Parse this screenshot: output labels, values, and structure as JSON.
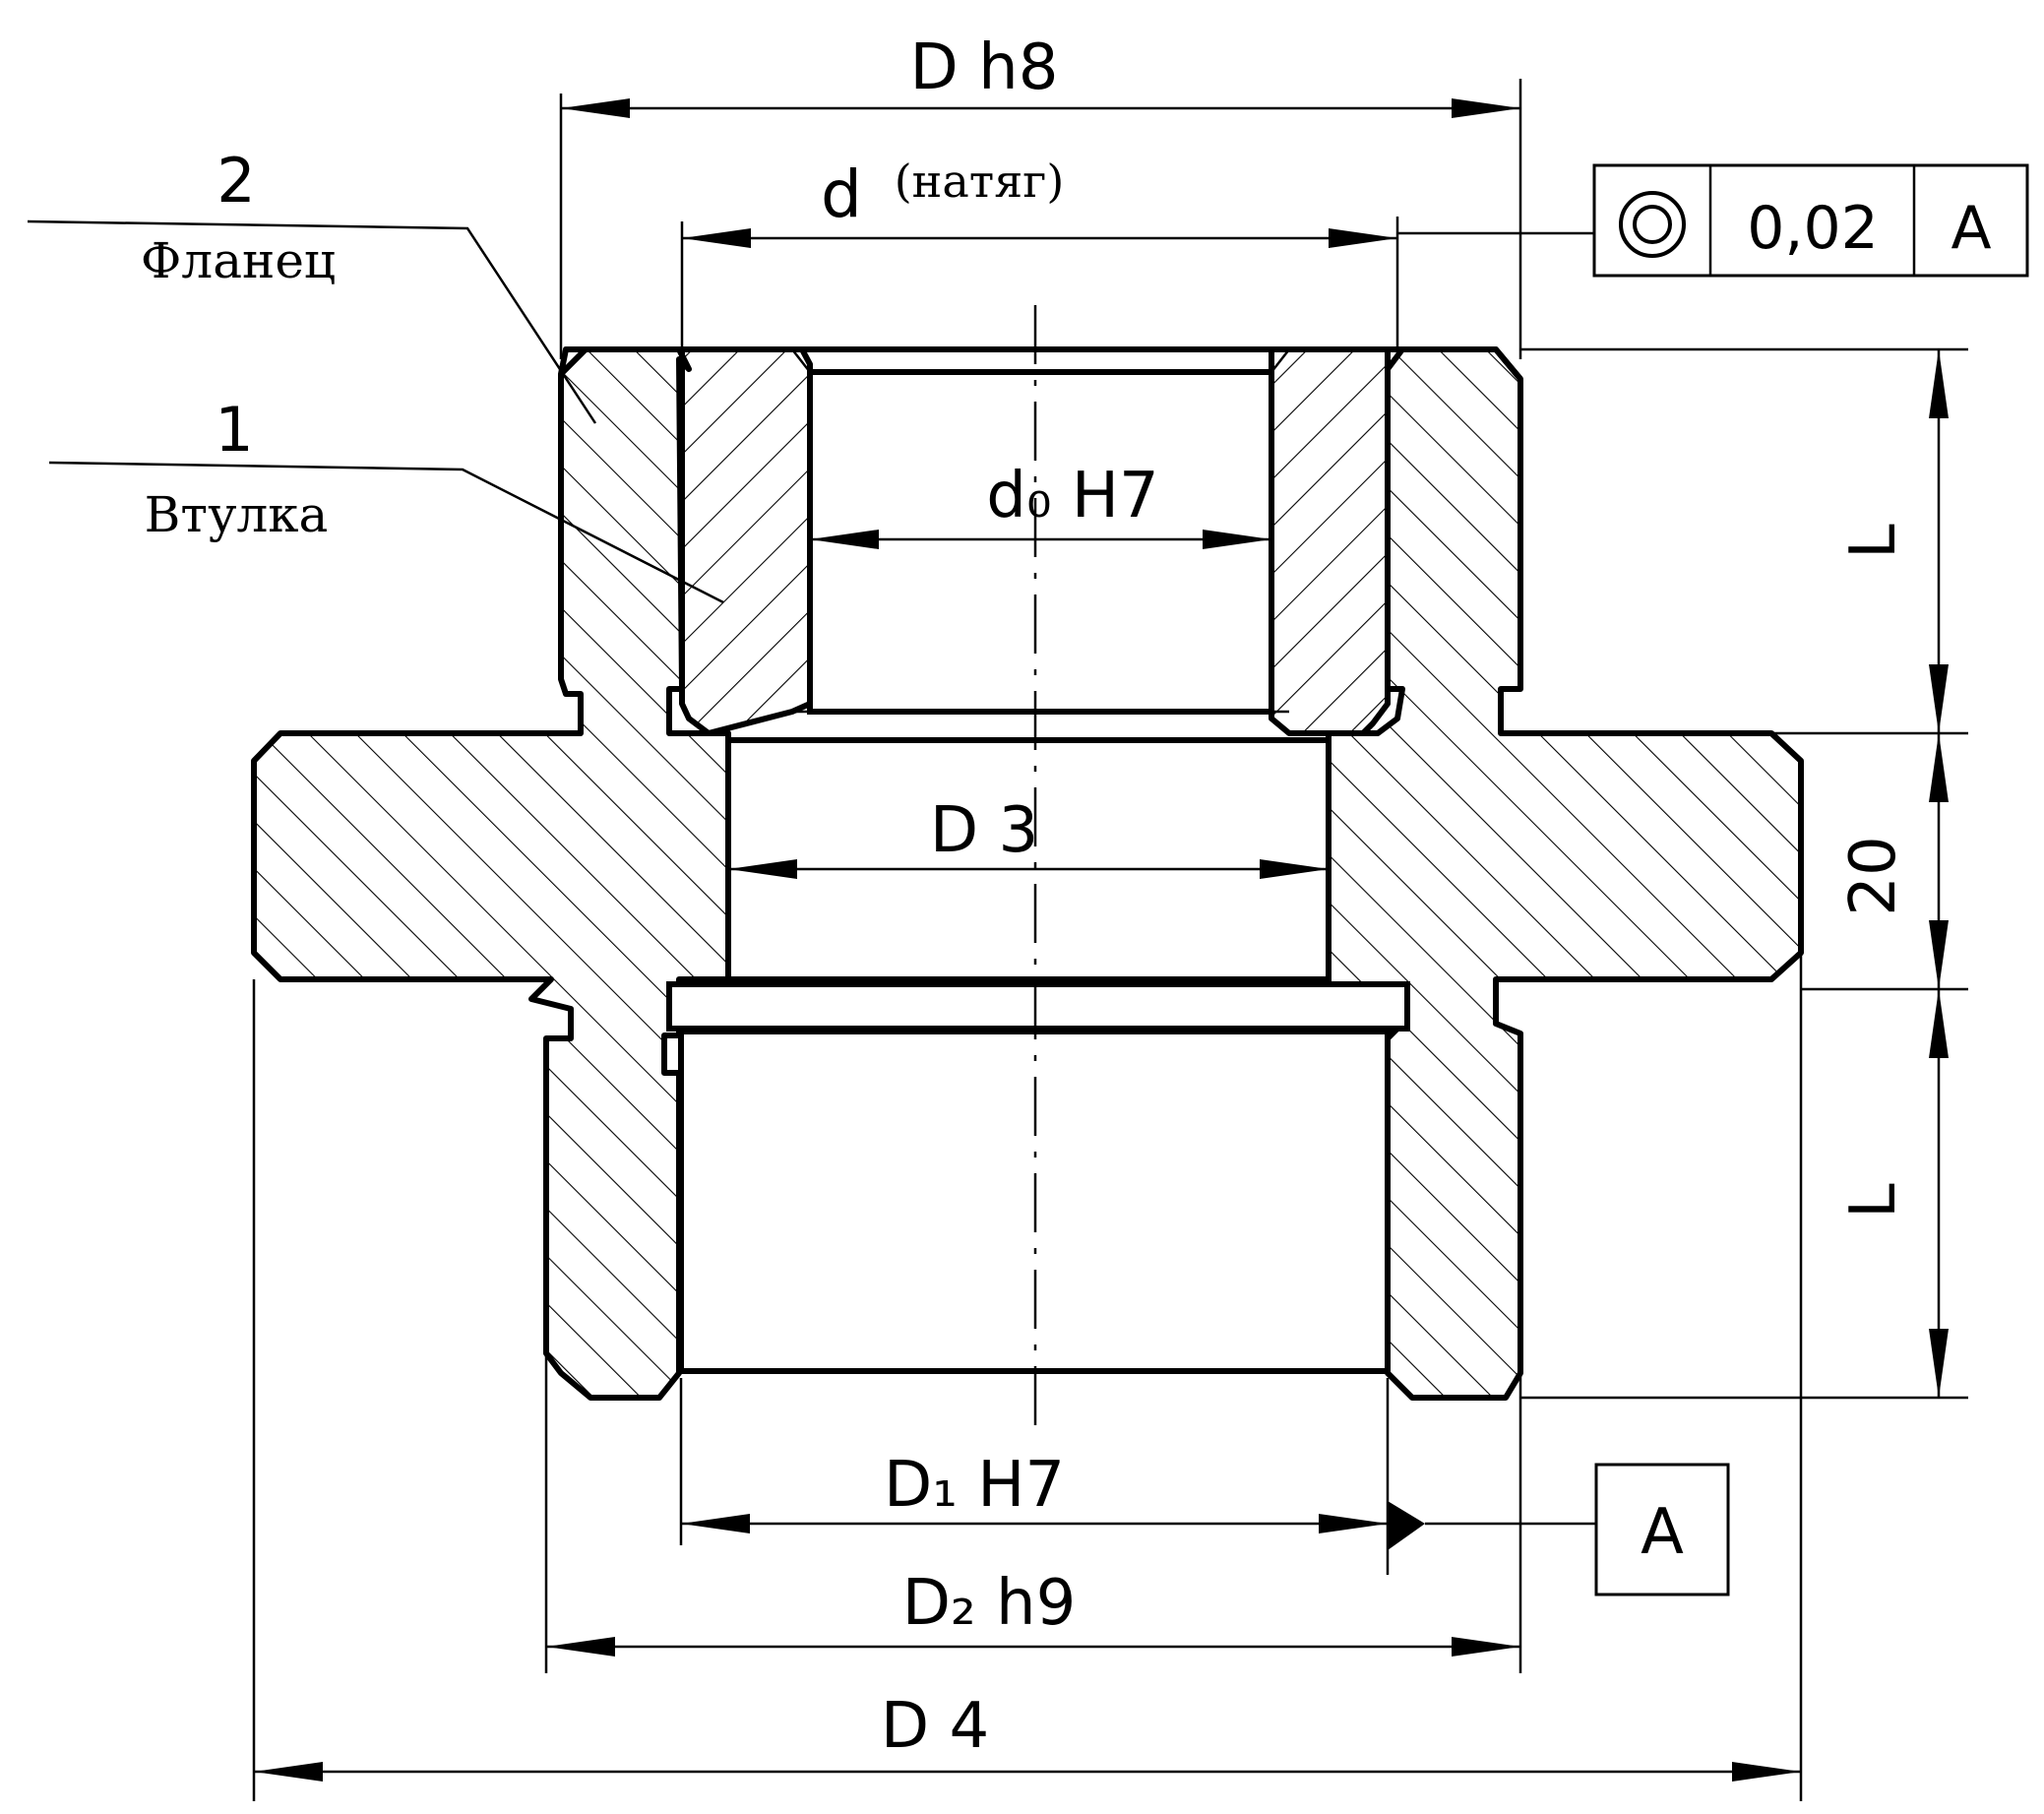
{
  "labels": {
    "dim_D": "D h8",
    "dim_d": "d",
    "dim_d_note": "(натяг)",
    "dim_d0": "d₀ H7",
    "dim_D3": "D 3",
    "dim_D1": "D₁ H7",
    "dim_D2": "D₂ h9",
    "dim_D4": "D 4",
    "dim_L_top": "L",
    "dim_L_bottom": "L",
    "dim_20": "20",
    "part_2_num": "2",
    "part_2_name": "Фланец",
    "part_1_num": "1",
    "part_1_name": "Втулка"
  },
  "tolerance_frame": {
    "symbol": "◎",
    "value": "0,02",
    "datum": "A"
  },
  "datum_box": {
    "letter": "A"
  }
}
